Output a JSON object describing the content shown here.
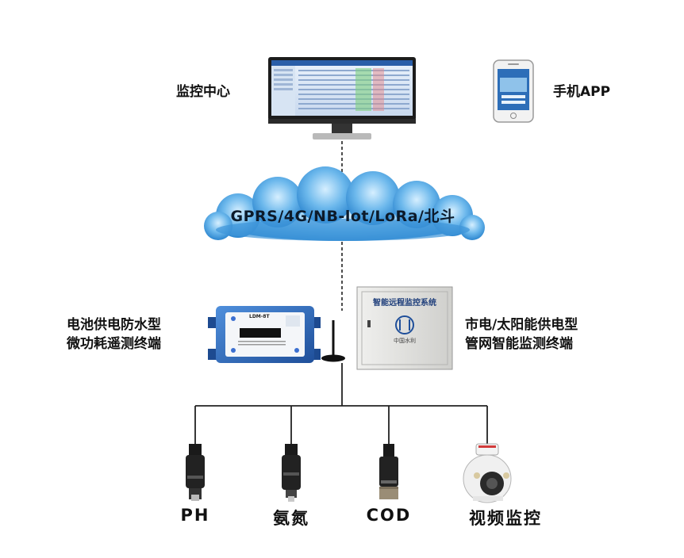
{
  "top": {
    "monitor_center_label": "监控中心",
    "mobile_app_label": "手机APP"
  },
  "network": {
    "cloud_label": "GPRS/4G/NB-lot/LoRa/北斗"
  },
  "terminals": {
    "battery_terminal_line1": "电池供电防水型",
    "battery_terminal_line2": "微功耗遥测终端",
    "rtu_panel_text": "LDM-8T",
    "mains_terminal_line1": "市电/太阳能供电型",
    "mains_terminal_line2": "管网智能监测终端",
    "cabinet_title": "智能远程监控系统",
    "cabinet_brand": "中国水利"
  },
  "sensors": [
    {
      "label": "PH"
    },
    {
      "label": "氨氮"
    },
    {
      "label": "COD"
    },
    {
      "label": "视频监控"
    }
  ],
  "colors": {
    "cloud_fill": "#4aa3e0",
    "cloud_light": "#bfe3fb",
    "rtu_body": "#2f6fc2",
    "cabinet_body": "#e2e2e0",
    "line": "#222222"
  }
}
